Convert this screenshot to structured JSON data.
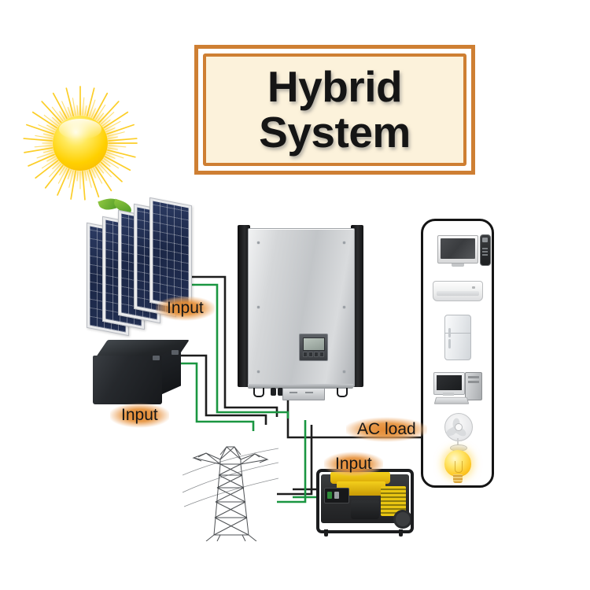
{
  "title": {
    "line1": "Hybrid",
    "line2": "System",
    "border_color": "#CE7F33",
    "fill_color": "#FCF2DB"
  },
  "labels": {
    "pv_input": "Input",
    "battery_input": "Input",
    "generator_input": "Input",
    "ac_load": "AC load",
    "glow_color": "#E2852C",
    "text_color": "#161616"
  },
  "components": {
    "sun": "sun-icon",
    "pv_array": "solar-panel-array",
    "pv_panel_count": 5,
    "battery": "battery-block",
    "inverter": "hybrid-inverter",
    "inverter_display": "lcd-display",
    "grid": "transmission-tower",
    "generator": "diesel-generator",
    "appliance_panel": "ac-load-appliances"
  },
  "appliances": [
    {
      "name": "tv-icon",
      "label": "TV"
    },
    {
      "name": "remote-control-icon",
      "label": "Remote control"
    },
    {
      "name": "air-conditioner-icon",
      "label": "Air conditioner"
    },
    {
      "name": "refrigerator-icon",
      "label": "Refrigerator"
    },
    {
      "name": "computer-icon",
      "label": "Desktop computer"
    },
    {
      "name": "fan-icon",
      "label": "Electric fan"
    },
    {
      "name": "light-bulb-icon",
      "label": "Light bulb"
    }
  ],
  "wiring": {
    "dc_color": "#1d1d1d",
    "earth_color": "#1a9641",
    "connections": [
      "pv-array-to-inverter",
      "battery-to-inverter",
      "grid-to-inverter",
      "generator-to-inverter",
      "inverter-to-ac-load"
    ]
  }
}
